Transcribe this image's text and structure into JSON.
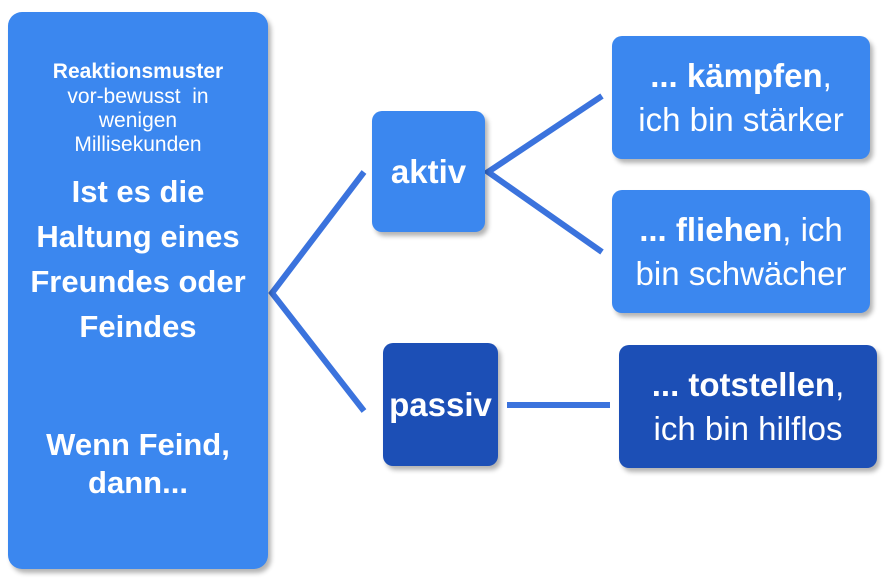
{
  "intro": {
    "title": "Reaktionsmuster",
    "line1": "vor-bewusst  in",
    "line2": "wenigen",
    "line3": "Millisekunden"
  },
  "question": {
    "line1": "Ist es die",
    "line2": "Haltung eines",
    "line3": "Freundes oder",
    "line4": "Feindes"
  },
  "then": {
    "line1": "Wenn Feind,",
    "line2": "dann..."
  },
  "branches": {
    "active": "aktiv",
    "passive": "passiv"
  },
  "outcomes": {
    "fight": {
      "bold": "... kämpfen",
      "rest1": ",",
      "line2": "ich bin stärker"
    },
    "flee": {
      "bold": "... fliehen",
      "rest1": ", ich",
      "line2": "bin schwächer"
    },
    "freeze": {
      "bold": "... totstellen",
      "rest1": ",",
      "line2": "ich bin hilflos"
    }
  },
  "colors": {
    "light_box": "#3b87ef",
    "dark_box": "#1c4fb6",
    "connector": "#3b73dd",
    "text": "#ffffff"
  }
}
